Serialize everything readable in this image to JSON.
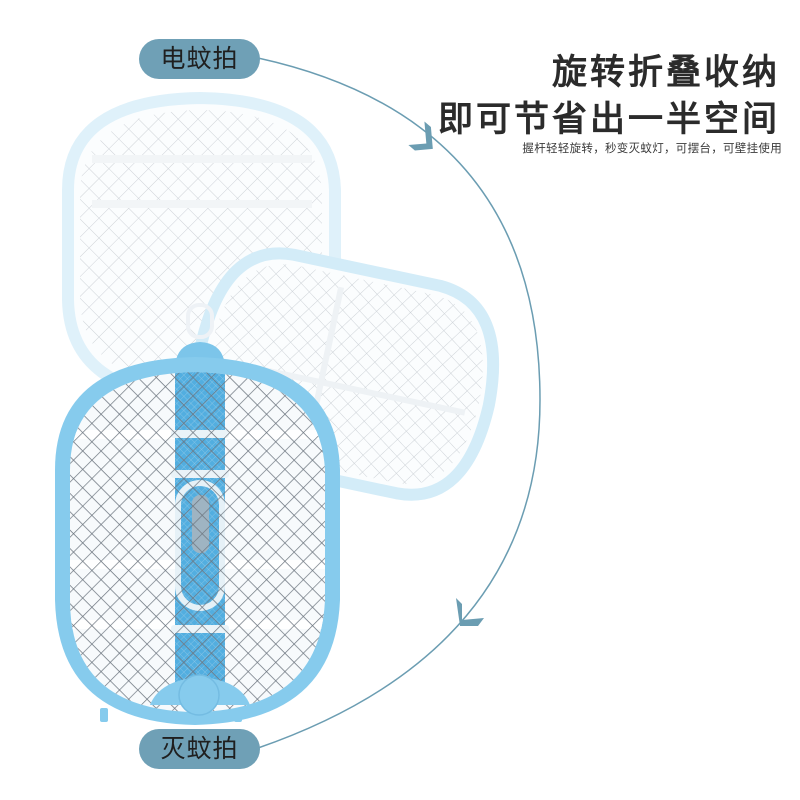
{
  "labels": {
    "top_pill": "电蚊拍",
    "bottom_pill": "灭蚊拍"
  },
  "headline": {
    "line1": "旋转折叠收纳",
    "line2": "即可节省出一半空间",
    "subtitle": "握杆轻轻旋转，秒变灭蚊灯，可摆台，可壁挂使用"
  },
  "graphics": {
    "arc": {
      "icon": "arc-arrow-icon",
      "direction": "clockwise",
      "arrowheads": 2
    },
    "rackets": [
      {
        "name": "racket-upright-faded",
        "state": "ghost"
      },
      {
        "name": "racket-rotated-faded",
        "state": "ghost"
      },
      {
        "name": "racket-front",
        "state": "solid"
      }
    ]
  },
  "colors": {
    "pill_bg": "#6fa0b6",
    "arc": "#6b9db2",
    "arrowhead": "#6b9db2",
    "racket_frame": "#8ccfee",
    "racket_frame_faded": "#d5eef9",
    "handle_blue": "#52aee0",
    "mesh": "#6d7680",
    "headline_text": "#2b2b2b"
  }
}
